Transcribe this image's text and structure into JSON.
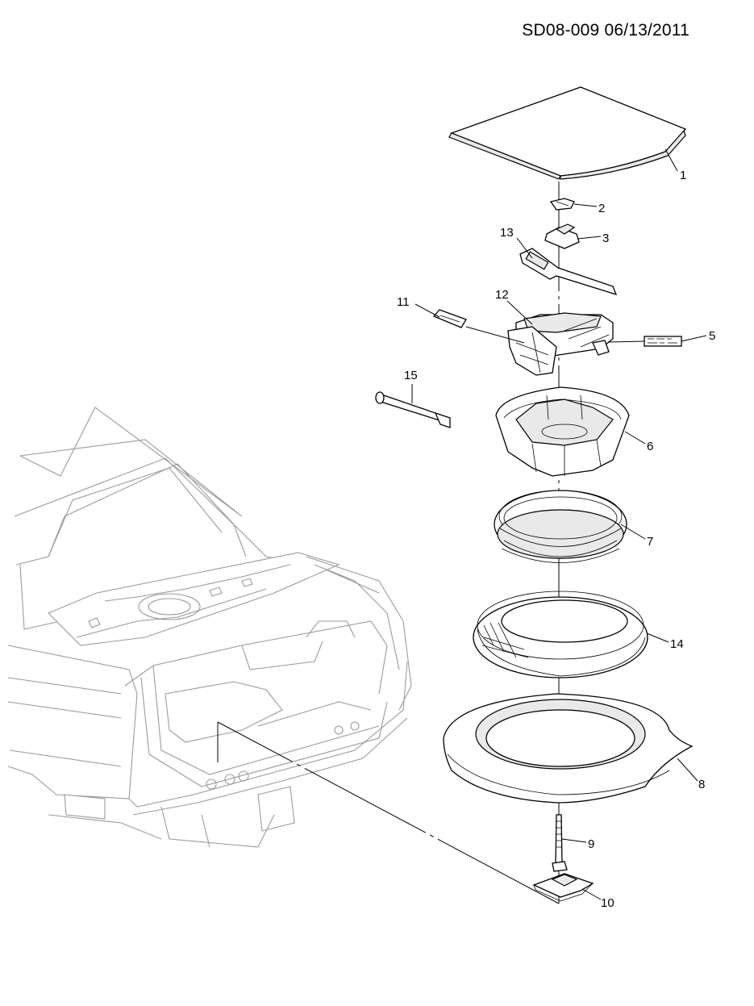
{
  "document_id": "SD08-009 06/13/2011",
  "callouts": [
    "1",
    "2",
    "3",
    "13",
    "12",
    "11",
    "5",
    "15",
    "6",
    "7",
    "14",
    "8",
    "9",
    "10"
  ]
}
